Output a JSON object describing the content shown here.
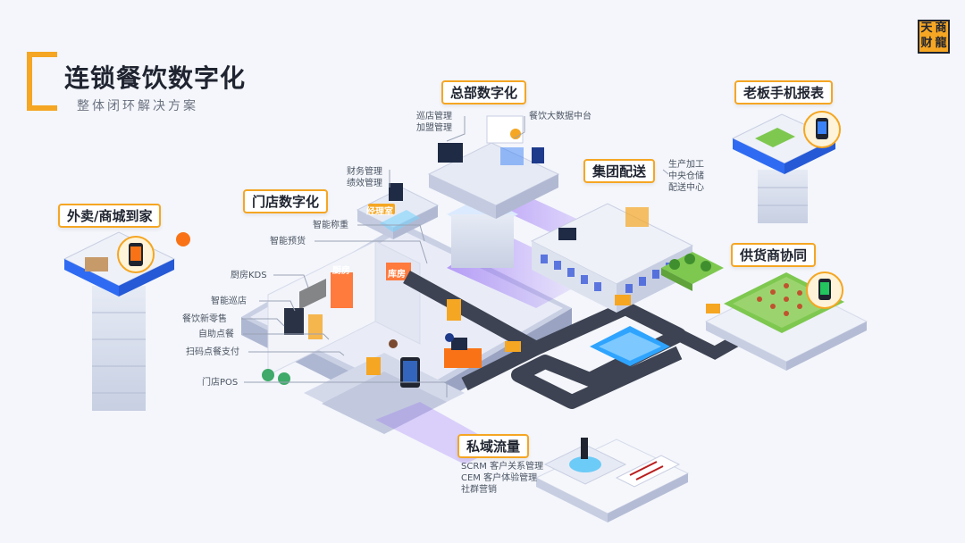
{
  "header": {
    "title": "连锁餐饮数字化",
    "subtitle": "整体闭环解决方案"
  },
  "logo": {
    "chars": [
      "天",
      "商",
      "财",
      "龍"
    ]
  },
  "sections": {
    "hq": {
      "title": "总部数字化",
      "items_left": [
        "巡店管理",
        "加盟管理"
      ],
      "items_right": [
        "餐饮大数据中台"
      ]
    },
    "boss": {
      "title": "老板手机报表"
    },
    "delivery_home": {
      "title": "外卖/商城到家"
    },
    "store": {
      "title": "门店数字化",
      "items_top": [
        "财务管理",
        "绩效管理"
      ],
      "items": [
        "智能称重",
        "智能预货",
        "厨房KDS",
        "智能巡店",
        "餐饮新零售",
        "自助点餐",
        "扫码点餐支付",
        "门店POS"
      ]
    },
    "group": {
      "title": "集团配送",
      "items": [
        "生产加工",
        "中央仓储",
        "配送中心"
      ]
    },
    "supplier": {
      "title": "供货商协同"
    },
    "private": {
      "title": "私域流量",
      "items": [
        "SCRM 客户关系管理",
        "CEM 客户体验管理",
        "社群营销"
      ]
    }
  },
  "signs": {
    "manager": "经理室",
    "kitchen": "厨房",
    "warehouse": "库房"
  },
  "colors": {
    "accent": "#f5a623",
    "text": "#1f2430",
    "platform": "#dfe4f2",
    "purple": "#7b4fd6",
    "blue": "#3b82f6",
    "road": "#3d4352"
  }
}
